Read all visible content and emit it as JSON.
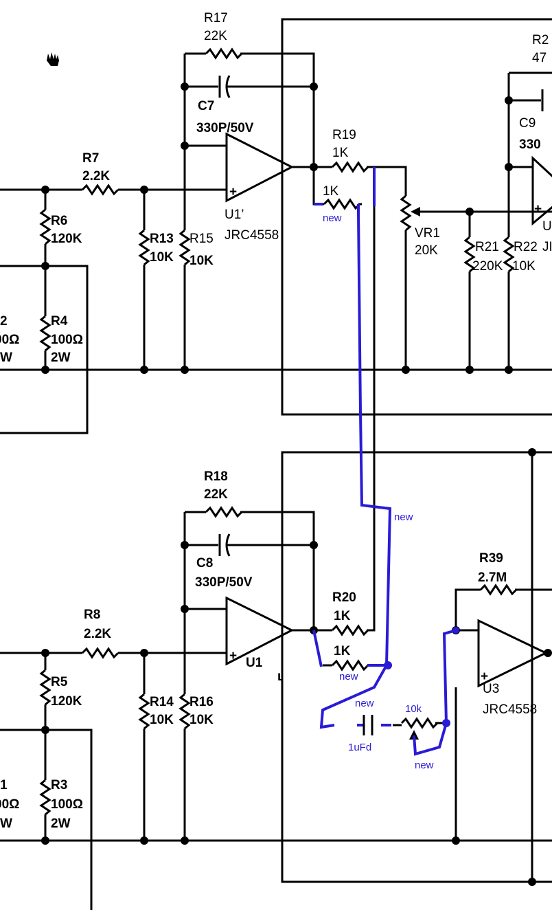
{
  "labels": {
    "r17_name": "R17",
    "r17_val": "22K",
    "r2x_name": "R2",
    "r2x_val": "47",
    "c7_name": "C7",
    "c7_val": "330P/50V",
    "c9_name": "C9",
    "c9_val": "330",
    "r19_name": "R19",
    "r19_val": "1K",
    "r7_name": "R7",
    "r7_val": "2.2K",
    "new_1k_top": "1K",
    "u1p": "U1’",
    "u1p_part": "JRC4558",
    "r6_name": "R6",
    "r6_val": "120K",
    "r13_name": "R13",
    "r13_val": "10K",
    "r15_name": "R15",
    "r15_val": "10K",
    "vr1_name": "VR1",
    "vr1_val": "20K",
    "r21_name": "R21",
    "r21_val": "220K",
    "r22_name": "R22",
    "r22_val": "10K",
    "u2_partial": "U",
    "u2_part_partial": "JI",
    "r2_partial": "2",
    "r2_val_partial": "00Ω",
    "r2_w_partial": "W",
    "r4_name": "R4",
    "r4_val": "100Ω",
    "r4_w": "2W",
    "r18_name": "R18",
    "r18_val": "22K",
    "c8_name": "C8",
    "c8_val": "330P/50V",
    "r8_name": "R8",
    "r8_val": "2.2K",
    "r20_name": "R20",
    "r20_val": "1K",
    "new_1k_bot": "1K",
    "u1": "U1",
    "r39_name": "R39",
    "r39_val": "2.7M",
    "u3": "U3",
    "u3_part": "JRC4558",
    "r5_name": "R5",
    "r5_val": "120K",
    "r14_name": "R14",
    "r14_val": "10K",
    "r16_name": "R16",
    "r16_val": "10K",
    "r1_partial": "1",
    "r1_val_partial": "00Ω",
    "r1_w_partial": "W",
    "r3_name": "R3",
    "r3_val": "100Ω",
    "r3_w": "2W"
  },
  "annotations": {
    "new_top": "new",
    "new_mid": "new",
    "new_bot_res": "new",
    "new_cap": "new",
    "cap_val": "1uFd",
    "pot_val": "10k",
    "new_pot": "new"
  },
  "colors": {
    "wire": "#000000",
    "modification": "#2a1bd6",
    "background": "#ffffff"
  }
}
